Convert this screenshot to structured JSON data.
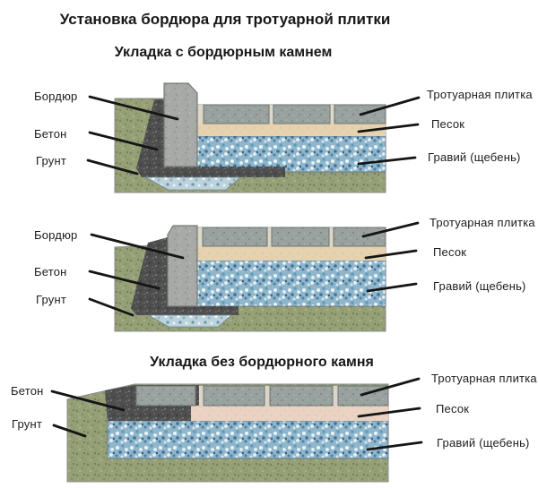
{
  "titles": {
    "main": "Установка бордюра для тротуарной плитки",
    "section_with_curb": "Укладка с бордюрным камнем",
    "section_without_curb": "Укладка без бордюрного камня"
  },
  "diagrams": [
    {
      "id": "with-curb-raised",
      "left_labels": [
        "Бордюр",
        "Бетон",
        "Грунт"
      ],
      "right_labels": [
        "Тротуарная плитка",
        "Песок",
        "Гравий (щебень)"
      ]
    },
    {
      "id": "with-curb-flush",
      "left_labels": [
        "Бордюр",
        "Бетон",
        "Грунт"
      ],
      "right_labels": [
        "Тротуарная плитка",
        "Песок",
        "Гравий (щебень)"
      ]
    },
    {
      "id": "without-curb",
      "left_labels": [
        "Бетон",
        "Грунт"
      ],
      "right_labels": [
        "Тротуарная плитка",
        "Песок",
        "Гравий (щебень)"
      ]
    }
  ],
  "colors": {
    "background": "#ffffff",
    "soil": "#96a077",
    "gravel": "#8fb6cb",
    "gravel_light": "#bcd3dc",
    "concrete": "#4e4e4e",
    "curb": "#a7a9a6",
    "tile": "#9aa29f",
    "sand": "#e6d2ae",
    "sand_alt": "#ead3c3",
    "leader_line": "#151515"
  }
}
